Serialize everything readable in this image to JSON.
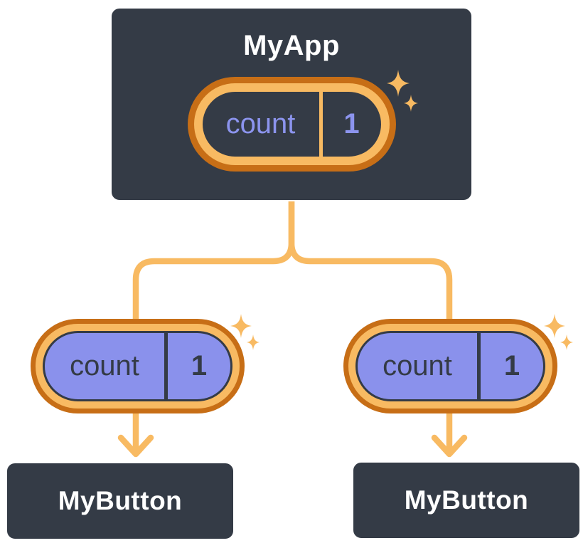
{
  "theme": {
    "background": "#ffffff",
    "box_fill": "#343b46",
    "box_border": "#ffffff",
    "title_color": "#ffffff",
    "orange_dark": "#c76e16",
    "orange_light": "#f8ba62",
    "purple_fill": "#8a91ec",
    "purple_text": "#8c94ee",
    "dark_text": "#343b46"
  },
  "diagram": {
    "root": {
      "title": "MyApp",
      "state": {
        "name": "count",
        "value": "1"
      }
    },
    "left_state": {
      "name": "count",
      "value": "1"
    },
    "right_state": {
      "name": "count",
      "value": "1"
    },
    "children": [
      {
        "title": "MyButton"
      },
      {
        "title": "MyButton"
      }
    ]
  }
}
